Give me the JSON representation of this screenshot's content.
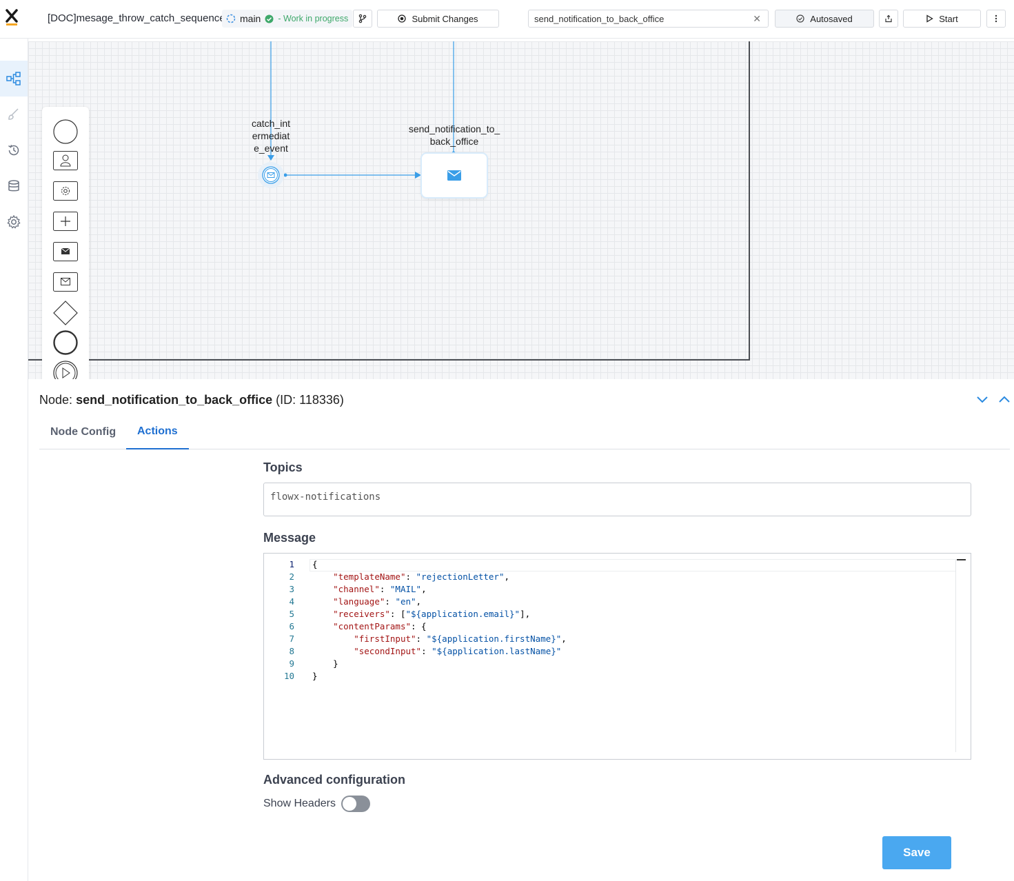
{
  "header": {
    "process_title": "[DOC]mesage_throw_catch_sequence",
    "branch": "main",
    "branch_status": "- Work in progress",
    "submit_label": "Submit Changes",
    "search_value": "send_notification_to_back_office",
    "autosave_label": "Autosaved",
    "start_label": "Start"
  },
  "canvas": {
    "catch_event_label": "catch_int\nermediat\ne_event",
    "send_task_label": "send_notification_to_\nback_office"
  },
  "panel": {
    "node_prefix": "Node:",
    "node_name": "send_notification_to_back_office",
    "node_id": "(ID: 118336)",
    "tabs": [
      "Node Config",
      "Actions"
    ],
    "active_tab": "Actions",
    "topics_label": "Topics",
    "topics_value": "flowx-notifications",
    "message_label": "Message",
    "message_lines": [
      "{",
      "    \"templateName\": \"rejectionLetter\",",
      "    \"channel\": \"MAIL\",",
      "    \"language\": \"en\",",
      "    \"receivers\": [\"${application.email}\"],",
      "    \"contentParams\": {",
      "        \"firstInput\": \"${application.firstName}\",",
      "        \"secondInput\": \"${application.lastName}\"",
      "    }",
      "}"
    ],
    "advanced_label": "Advanced configuration",
    "show_headers_label": "Show Headers",
    "show_headers_on": false,
    "save_label": "Save"
  },
  "colors": {
    "accent": "#1e6fd1",
    "save_button": "#4aa8f0",
    "sequence_flow": "#3a9ee8",
    "wip_status": "#3ea86a"
  },
  "icons": {
    "rail": [
      "process-diagram-icon",
      "brush-icon",
      "history-icon",
      "database-icon",
      "settings-icon"
    ],
    "palette": [
      "start-event-icon",
      "user-task-icon",
      "service-task-icon",
      "subprocess-icon",
      "message-throw-icon",
      "message-catch-icon",
      "gateway-icon",
      "end-event-icon",
      "start-subprocess-icon"
    ]
  }
}
